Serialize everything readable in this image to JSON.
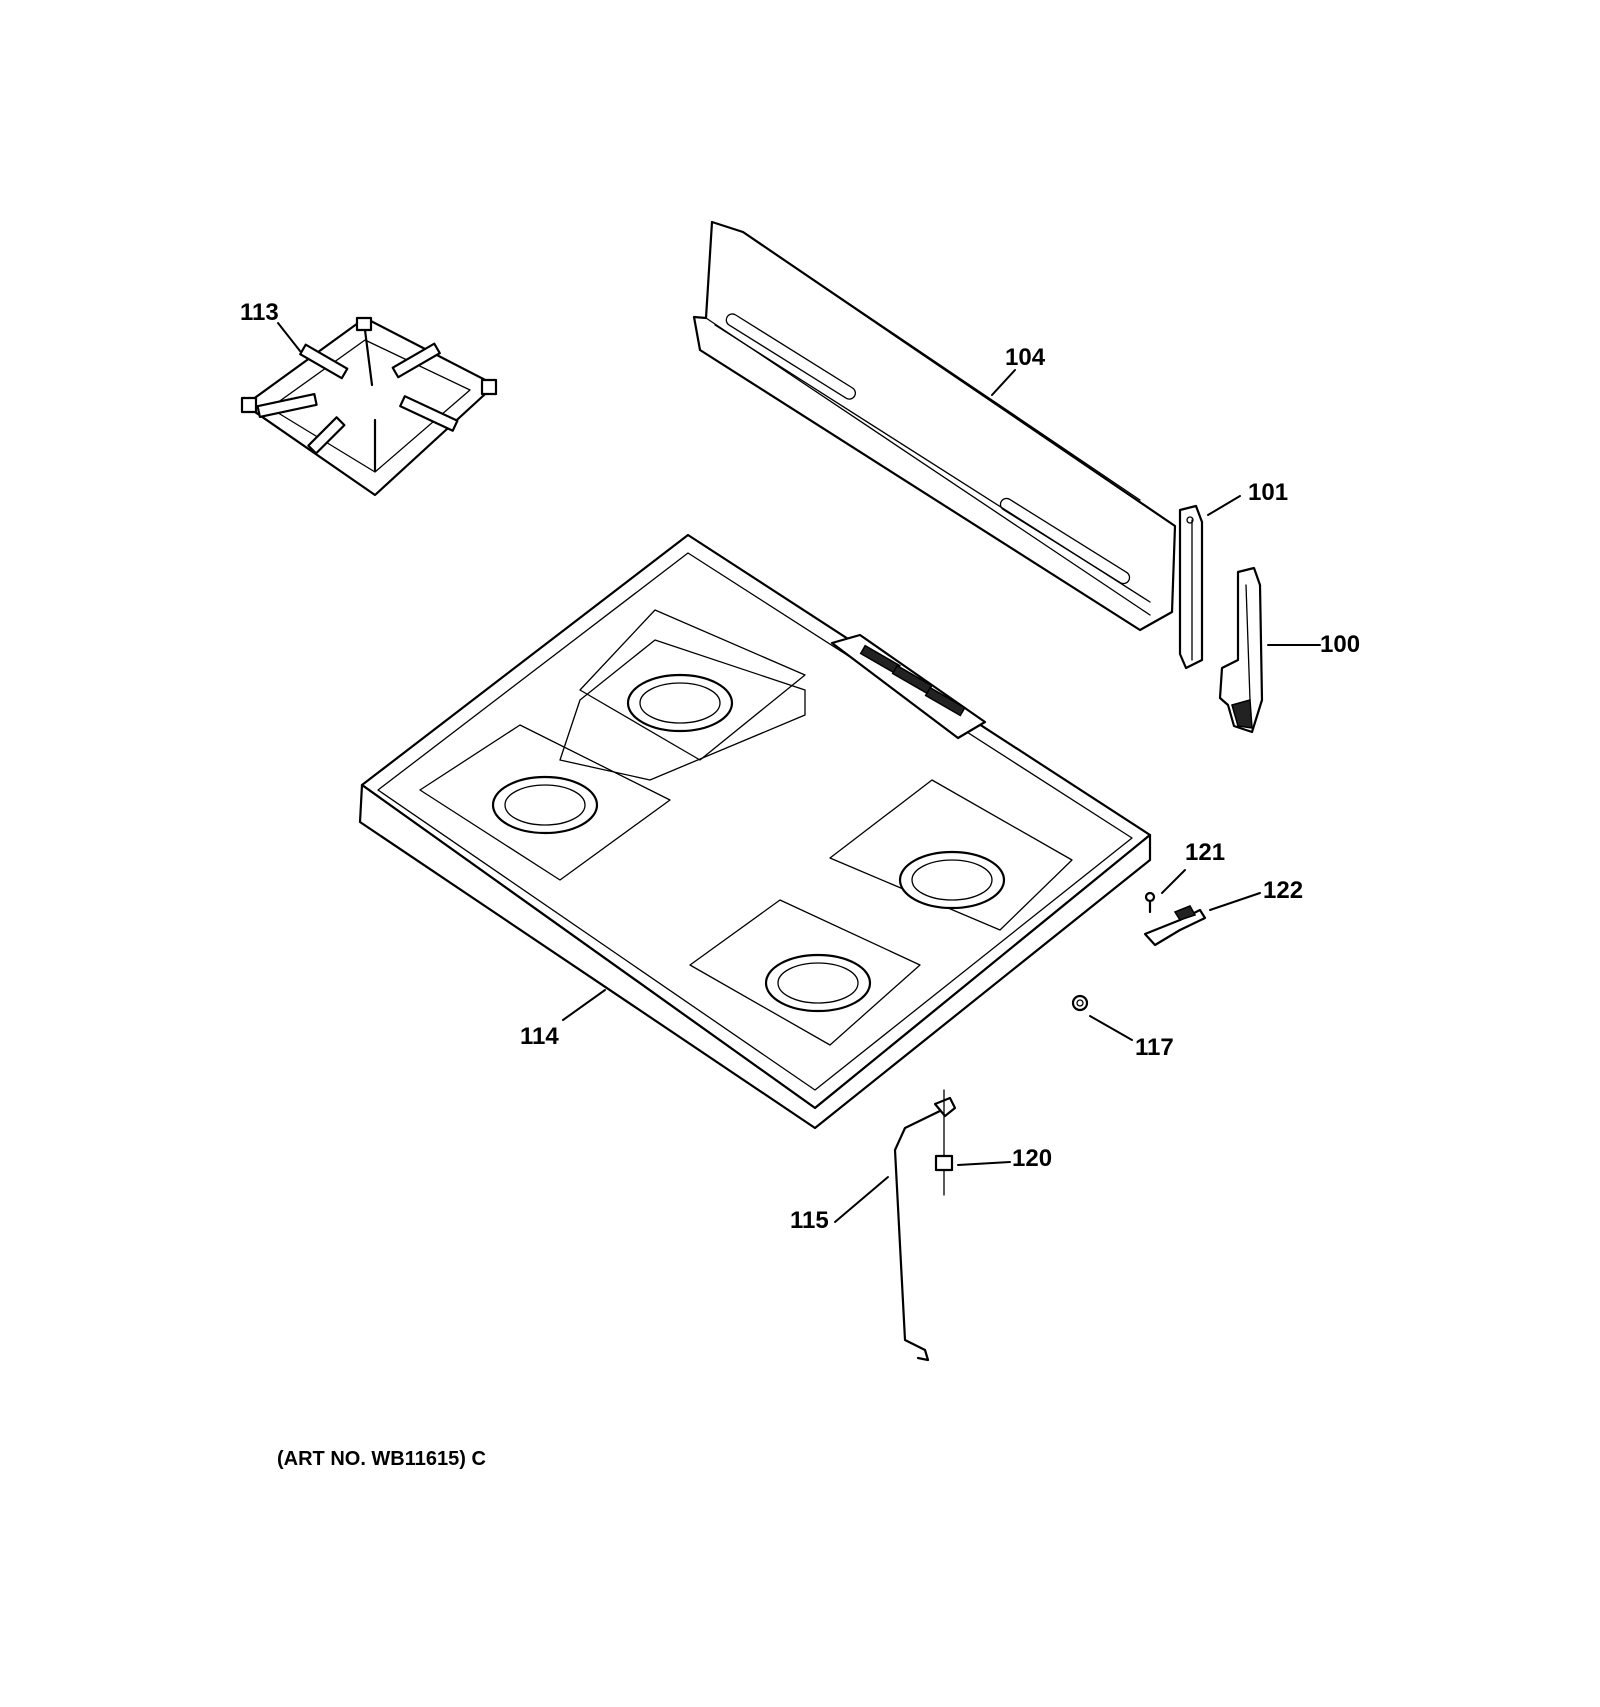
{
  "callouts": {
    "p100": "100",
    "p101": "101",
    "p104": "104",
    "p113": "113",
    "p114": "114",
    "p115": "115",
    "p117": "117",
    "p120": "120",
    "p121": "121",
    "p122": "122"
  },
  "art_number": "(ART NO. WB11615) C"
}
